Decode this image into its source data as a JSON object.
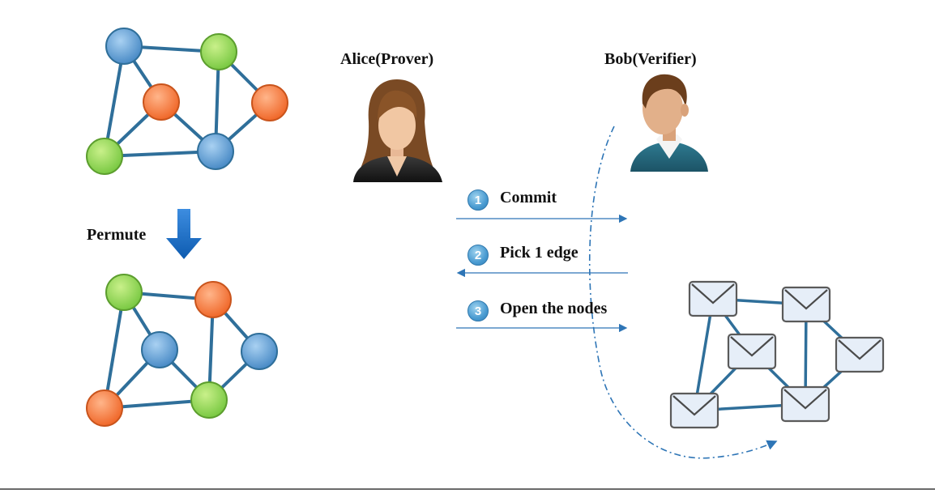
{
  "roles": {
    "prover": "Alice(Prover)",
    "verifier": "Bob(Verifier)"
  },
  "permute_label": "Permute",
  "steps": [
    {
      "number": "1",
      "label": "Commit",
      "direction": "right"
    },
    {
      "number": "2",
      "label": "Pick 1 edge",
      "direction": "left"
    },
    {
      "number": "3",
      "label": "Open the nodes",
      "direction": "right"
    }
  ],
  "colors": {
    "blue_node": "#5b9bd5",
    "green_node": "#92d050",
    "orange_node": "#f47b3b",
    "edge": "#2f6f9a",
    "envelope_fill": "#e6eef8",
    "permute_arrow": "#1565c0",
    "message_arrow": "#2e75b6"
  },
  "icons": {
    "alice": "woman-avatar-icon",
    "bob": "man-avatar-icon",
    "node_commitment": "envelope-icon"
  }
}
